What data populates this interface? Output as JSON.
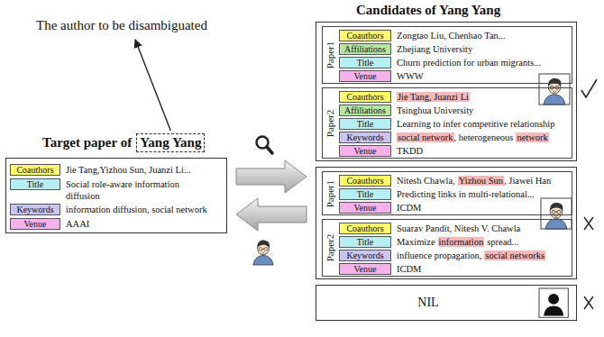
{
  "diagram": {
    "nodes": [
      {
        "text": [
          "Target paper of"
        ]
      },
      {
        "text": [
          "Yang Yang"
        ],
        "in": 0
      },
      {
        "text": [
          "Coauthors"
        ],
        "in": 0
      },
      {
        "text": [
          "Title"
        ],
        "in": 0
      },
      {
        "text": [
          "Keywords"
        ],
        "in": 0
      },
      {
        "text": [
          "Venue"
        ],
        "in": 0
      },
      {
        "text": []
      },
      {
        "text": [
          "Paper1"
        ],
        "in": 6
      },
      {
        "text": [
          "Coauthors"
        ],
        "in": 7
      },
      {
        "text": [
          "Affiliations"
        ],
        "in": 7
      },
      {
        "text": [
          "Title"
        ],
        "in": 7
      },
      {
        "text": [
          "Venue"
        ],
        "in": 7
      },
      {
        "text": [
          "Paper2"
        ],
        "in": 6
      },
      {
        "text": [
          "Coauthors"
        ],
        "in": 12
      },
      {
        "text": [
          "Affiliations"
        ],
        "in": 12
      },
      {
        "text": [
          "Title"
        ],
        "in": 12
      },
      {
        "text": [
          "Keywords"
        ],
        "in": 12
      },
      {
        "text": [
          "Venue"
        ],
        "in": 12
      },
      {
        "text": []
      },
      {
        "text": [
          "Paper1"
        ],
        "in": 18
      },
      {
        "text": [
          "Coauthors"
        ],
        "in": 19
      },
      {
        "text": [
          "Title"
        ],
        "in": 19
      },
      {
        "text": [
          "Venue"
        ],
        "in": 19
      },
      {
        "text": [
          "Paper2"
        ],
        "in": 18
      },
      {
        "text": [
          "Coauthors"
        ],
        "in": 23
      },
      {
        "text": [
          "Title"
        ],
        "in": 23
      },
      {
        "text": [
          "Keywords"
        ],
        "in": 23
      },
      {
        "text": [
          "Venue"
        ],
        "in": 23
      },
      {
        "text": [
          "NIL"
        ]
      }
    ],
    "labels": [
      "The author to be disambiguated",
      "Candidates of Yang Yang",
      "Jie Tang,Yizhou Sun, Juanzi Li...",
      "Social role-aware information diffusion",
      "information diffusion, social network",
      "AAAI",
      "Zongtao Liu, Chenhao Tan...",
      "Zhejiang University",
      "Churn prediction for urban migrants...",
      "WWW",
      "Jie Tang, Juanzi Li",
      "Tsinghua University",
      "Learning to infer competitive relationship",
      "social network",
      ", heterogeneous",
      "network",
      "TKDD",
      "Nitesh Chawla,",
      "Yizhou Sun",
      ", Jiawei Han",
      "Predicting links in multi-relational...",
      "ICDM",
      "Suarav Pandit, Nitesh V. Chawla",
      "Maximize",
      "information",
      "spread...",
      "influence propagation,",
      "social networks",
      "ICDM"
    ]
  }
}
